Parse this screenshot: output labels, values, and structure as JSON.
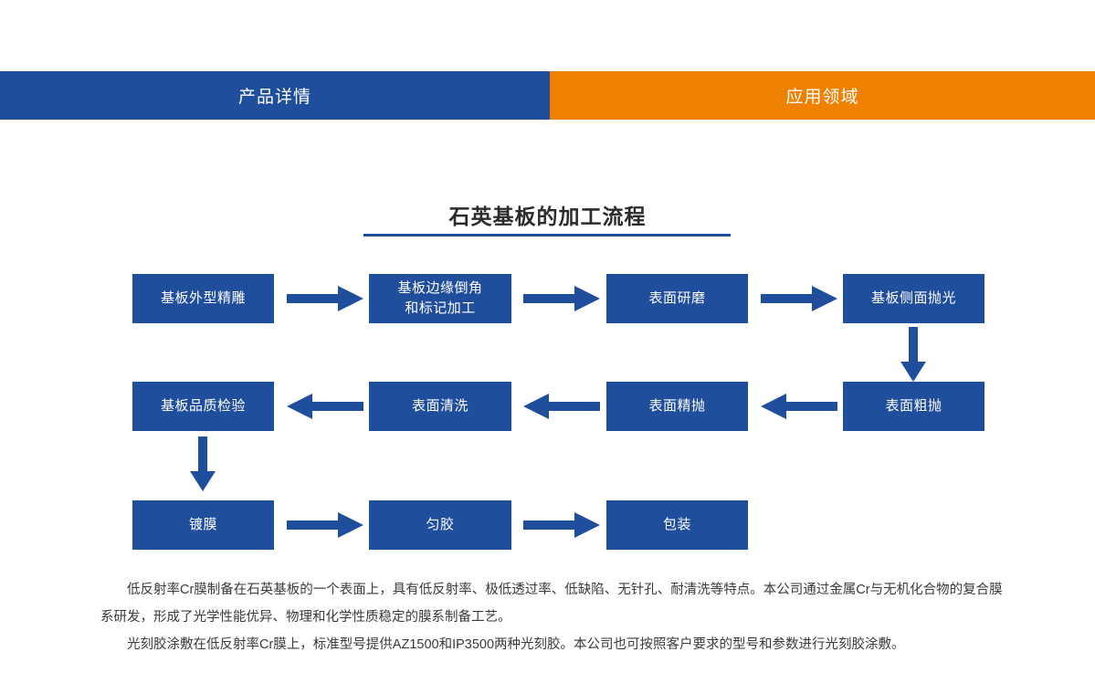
{
  "tabs": [
    {
      "id": "product-detail",
      "label": "产品详情",
      "state": "active",
      "color": "#1F4E9C"
    },
    {
      "id": "application-field",
      "label": "应用领域",
      "state": "inactive",
      "color": "#F08000"
    }
  ],
  "section": {
    "title": "石英基板的加工流程",
    "rule_color": "#1F4E9C"
  },
  "flow": {
    "node_color": "#1F4E9C",
    "arrow_color": "#1F4E9C",
    "nodes": [
      {
        "id": "n1",
        "label": "基板外型精雕"
      },
      {
        "id": "n2",
        "label": "基板边缘倒角\n和标记加工"
      },
      {
        "id": "n3",
        "label": "表面研磨"
      },
      {
        "id": "n4",
        "label": "基板侧面抛光"
      },
      {
        "id": "n5",
        "label": "基板品质检验"
      },
      {
        "id": "n6",
        "label": "表面清洗"
      },
      {
        "id": "n7",
        "label": "表面精抛"
      },
      {
        "id": "n8",
        "label": "表面粗抛"
      },
      {
        "id": "n9",
        "label": "镀膜"
      },
      {
        "id": "n10",
        "label": "匀胶"
      },
      {
        "id": "n11",
        "label": "包装"
      }
    ],
    "arrows": [
      {
        "id": "a1",
        "from": "n1",
        "to": "n2",
        "direction": "right"
      },
      {
        "id": "a2",
        "from": "n2",
        "to": "n3",
        "direction": "right"
      },
      {
        "id": "a3",
        "from": "n3",
        "to": "n4",
        "direction": "right"
      },
      {
        "id": "a4",
        "from": "n4",
        "to": "n8",
        "direction": "down"
      },
      {
        "id": "a5",
        "from": "n8",
        "to": "n7",
        "direction": "left"
      },
      {
        "id": "a6",
        "from": "n7",
        "to": "n6",
        "direction": "left"
      },
      {
        "id": "a7",
        "from": "n6",
        "to": "n5",
        "direction": "left"
      },
      {
        "id": "a8",
        "from": "n5",
        "to": "n9",
        "direction": "down"
      },
      {
        "id": "a9",
        "from": "n9",
        "to": "n10",
        "direction": "right"
      },
      {
        "id": "a10",
        "from": "n10",
        "to": "n11",
        "direction": "right"
      }
    ]
  },
  "body": {
    "paragraphs": [
      "低反射率Cr膜制备在石英基板的一个表面上，具有低反射率、极低透过率、低缺陷、无针孔、耐清洗等特点。本公司通过金属Cr与无机化合物的复合膜系研发，形成了光学性能优异、物理和化学性质稳定的膜系制备工艺。",
      "光刻胶涂敷在低反射率Cr膜上，标准型号提供AZ1500和IP3500两种光刻胶。本公司也可按照客户要求的型号和参数进行光刻胶涂敷。"
    ]
  }
}
